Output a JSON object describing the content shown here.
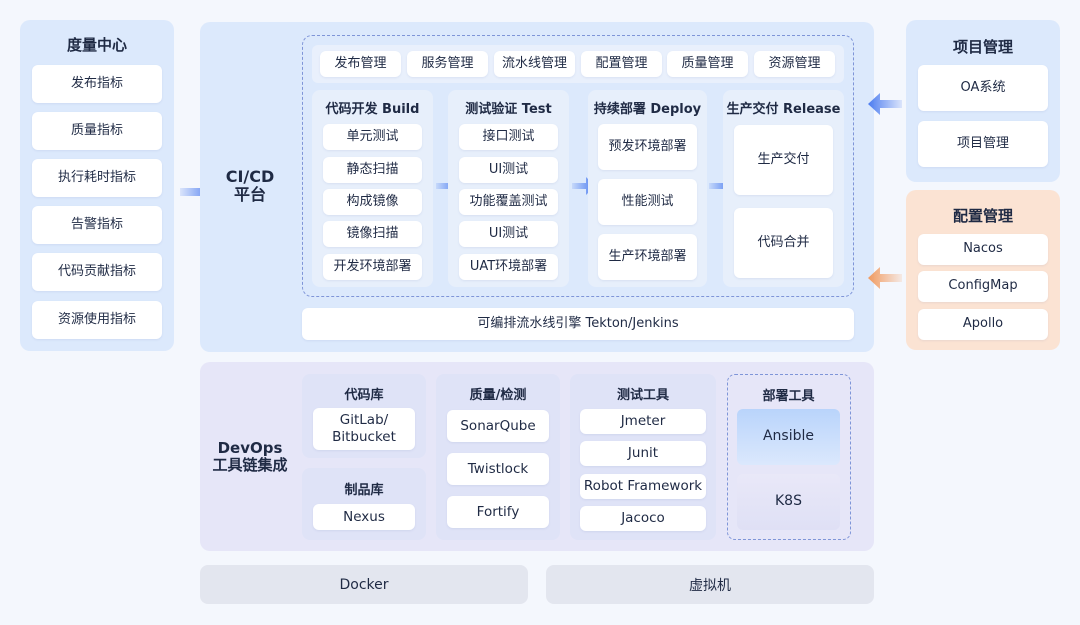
{
  "metrics": {
    "title": "度量中心",
    "items": [
      "发布指标",
      "质量指标",
      "执行耗时指标",
      "告警指标",
      "代码贡献指标",
      "资源使用指标"
    ]
  },
  "cicd": {
    "label_line1": "CI/CD",
    "label_line2": "平台",
    "mgmt_tabs": [
      "发布管理",
      "服务管理",
      "流水线管理",
      "配置管理",
      "质量管理",
      "资源管理"
    ],
    "stages": [
      {
        "title": "代码开发 Build",
        "items": [
          "单元测试",
          "静态扫描",
          "构成镜像",
          "镜像扫描",
          "开发环境部署"
        ]
      },
      {
        "title": "测试验证 Test",
        "items": [
          "接口测试",
          "UI测试",
          "功能覆盖测试",
          "UI测试",
          "UAT环境部署"
        ]
      },
      {
        "title": "持续部署 Deploy",
        "items": [
          "预发环境部署",
          "性能测试",
          "生产环境部署"
        ]
      },
      {
        "title": "生产交付 Release",
        "items": [
          "生产交付",
          "代码合并"
        ]
      }
    ],
    "engine": "可编排流水线引擎 Tekton/Jenkins"
  },
  "project": {
    "title": "项目管理",
    "items": [
      "OA系统",
      "项目管理"
    ]
  },
  "config": {
    "title": "配置管理",
    "items": [
      "Nacos",
      "ConfigMap",
      "Apollo"
    ]
  },
  "devops": {
    "label_line1": "DevOps",
    "label_line2": "工具链集成",
    "code_repo": {
      "title": "代码库",
      "items": [
        "GitLab/\nBitbucket"
      ]
    },
    "artifact_repo": {
      "title": "制品库",
      "items": [
        "Nexus"
      ]
    },
    "quality": {
      "title": "质量/检测",
      "items": [
        "SonarQube",
        "Twistlock",
        "Fortify"
      ]
    },
    "test_tools": {
      "title": "测试工具",
      "items": [
        "Jmeter",
        "Junit",
        "Robot Framework",
        "Jacoco"
      ]
    },
    "deploy_tools": {
      "title": "部署工具",
      "items": [
        "Ansible",
        "K8S"
      ]
    }
  },
  "infra": [
    "Docker",
    "虚拟机"
  ],
  "colors": {
    "accent_blue": "#4d7df0",
    "accent_orange": "#f29a5e"
  }
}
